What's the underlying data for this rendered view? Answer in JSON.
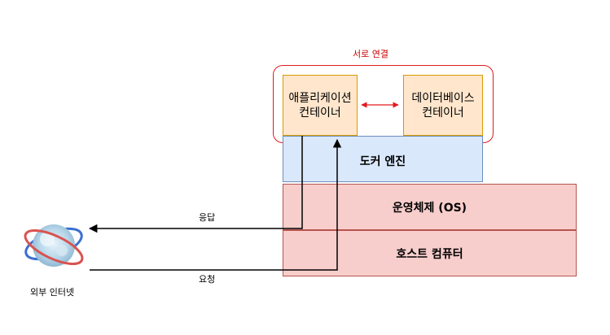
{
  "group": {
    "label": "서로 연결",
    "color": "#e31a1c"
  },
  "app_container": {
    "line1": "애플리케이션",
    "line2": "컨테이너"
  },
  "db_container": {
    "line1": "데이터베이스",
    "line2": "컨테이너"
  },
  "docker_engine": {
    "label": "도커 엔진"
  },
  "operating_system": {
    "label": "운영체제 (OS)"
  },
  "host_computer": {
    "label": "호스트 컴퓨터"
  },
  "internet": {
    "label": "외부 인터넷",
    "icon": "globe-icon"
  },
  "edges": {
    "response_label": "응답",
    "request_label": "요청"
  },
  "colors": {
    "container_fill": "#ffe6cc",
    "docker_fill": "#dae8fc",
    "os_fill": "#f8cecc"
  }
}
